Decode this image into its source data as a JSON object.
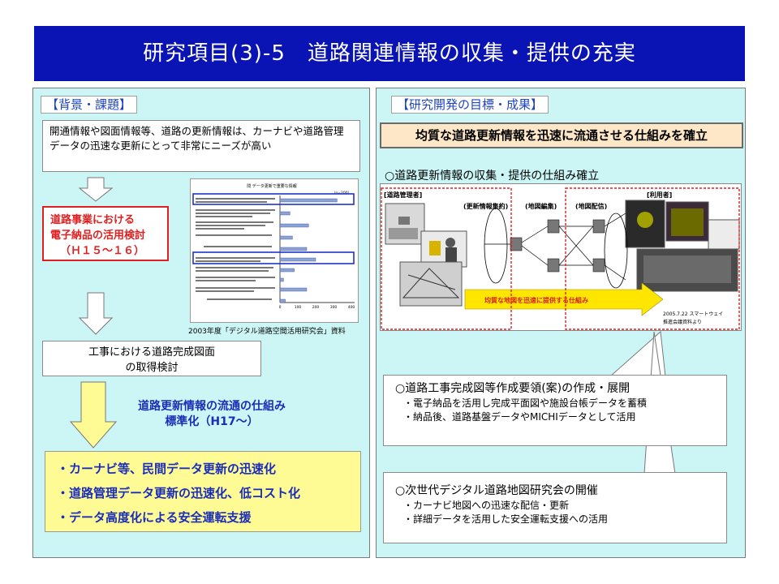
{
  "title": "研究項目(3)-5　道路関連情報の収集・提供の充実",
  "left": {
    "label": "【背景・課題】",
    "background_text": "開通情報や図面情報等、道路の更新情報は、カーナビや道路管理データの迅速な更新にとって非常にニーズが高い",
    "red_box": [
      "道路事業における",
      "電子納品の活用検討",
      "（Ｈ１５～１６）"
    ],
    "chart": {
      "header": "問 データ更新で重要な情報",
      "footer_label": "（n=200）",
      "tick_labels": [
        "0",
        "100",
        "200",
        "300",
        "400"
      ],
      "caption": "2003年度「デジタル道路空間活用研究会」資料"
    },
    "drawing_box": [
      "工事における道路完成図面",
      "の取得検討"
    ],
    "callout": [
      "道路更新情報の流通の仕組み",
      "標準化（H17～）"
    ],
    "outcomes": [
      "・カーナビ等、民間データ更新の迅速化",
      "・道路管理データ更新の迅速化、低コスト化",
      "・データ高度化による安全運転支援"
    ]
  },
  "right": {
    "label": "【研究開発の目標・成果】",
    "goal": "均質な道路更新情報を迅速に流通させる仕組みを確立",
    "subheading": "○道路更新情報の収集・提供の仕組み確立",
    "diagram": {
      "admin_label": "[道路管理者]",
      "user_label": "[利用者]",
      "collect_label": "(更新情報集約)",
      "compile_label": "(地図編集)",
      "distribute_label": "(地図配信)",
      "arrow_text": "均質な地図を迅速に提供する仕組み",
      "source_line1": "2005.7.22 スマートウェイ",
      "source_line2": "推進会議資料より"
    },
    "result1": {
      "heading": "○道路工事完成図等作成要領(案)の作成・展開",
      "items": [
        "・電子納品を活用し完成平面図や施設台帳データを蓄積",
        "・納品後、道路基盤データやMICHIデータとして活用"
      ]
    },
    "result2": {
      "heading": "○次世代デジタル道路地図研究会の開催",
      "items": [
        "・カーナビ地図への迅速な配信・更新",
        "・詳細データを活用した安全運転支援への活用"
      ]
    }
  }
}
